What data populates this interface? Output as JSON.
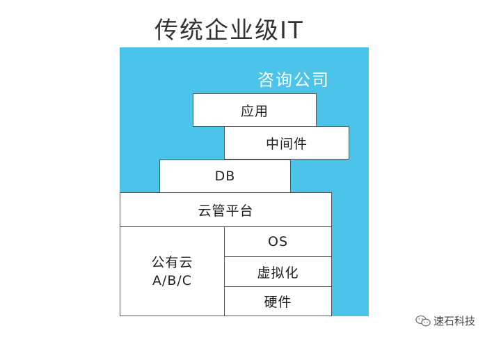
{
  "title": "传统企业级IT",
  "consulting_label": "咨询公司",
  "layers": {
    "application": "应用",
    "middleware": "中间件",
    "database": "DB",
    "cloud_platform": "云管平台",
    "public_cloud": {
      "line1": "公有云",
      "line2": "A/B/C"
    },
    "os": "OS",
    "virtualization": "虚拟化",
    "hardware": "硬件"
  },
  "watermark": "速石科技",
  "colors": {
    "consulting_bg": "#4cc4ea",
    "border": "#555555",
    "text": "#222222"
  }
}
